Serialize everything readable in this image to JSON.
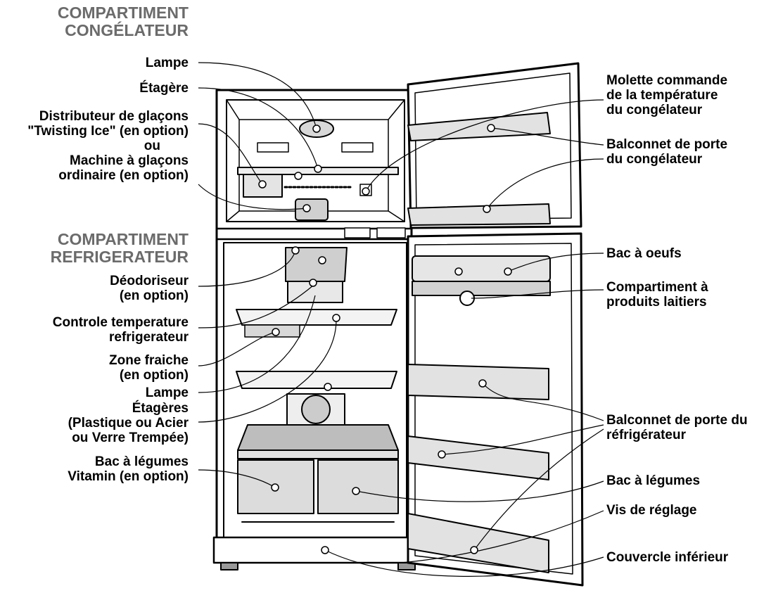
{
  "sections": {
    "freezer": [
      "COMPARTIMENT",
      "CONGÉLATEUR"
    ],
    "fridge": [
      "COMPARTIMENT",
      "REFRIGERATEUR"
    ]
  },
  "left_labels": {
    "lampe_top": [
      "Lampe"
    ],
    "etagere": [
      "Étagère"
    ],
    "distributeur": [
      "Distributeur de glaçons",
      "\"Twisting Ice\" (en option)",
      "ou",
      "Machine à glaçons",
      "ordinaire (en option)"
    ],
    "deodoriseur": [
      "Déodoriseur",
      "(en option)"
    ],
    "controle": [
      "Controle temperature",
      "refrigerateur"
    ],
    "zone": [
      "Zone fraiche",
      "(en option)"
    ],
    "lampe_bottom": [
      "Lampe"
    ],
    "etageres": [
      "Étagères",
      "(Plastique ou Acier",
      "ou Verre Trempée)"
    ],
    "bac_vitamin": [
      "Bac à légumes",
      "Vitamin (en option)"
    ]
  },
  "right_labels": {
    "molette": [
      "Molette commande",
      "de la température",
      "du congélateur"
    ],
    "balconnet_cong": [
      "Balconnet de porte",
      "du congélateur"
    ],
    "bac_oeufs": [
      "Bac à oeufs"
    ],
    "compartiment": [
      "Compartiment à",
      "produits laitiers"
    ],
    "balconnet_ref": [
      "Balconnet de porte du",
      "réfrigérateur"
    ],
    "bac_legumes": [
      "Bac à légumes"
    ],
    "vis": [
      "Vis de réglage"
    ],
    "couvercle": [
      "Couvercle inférieur"
    ]
  }
}
